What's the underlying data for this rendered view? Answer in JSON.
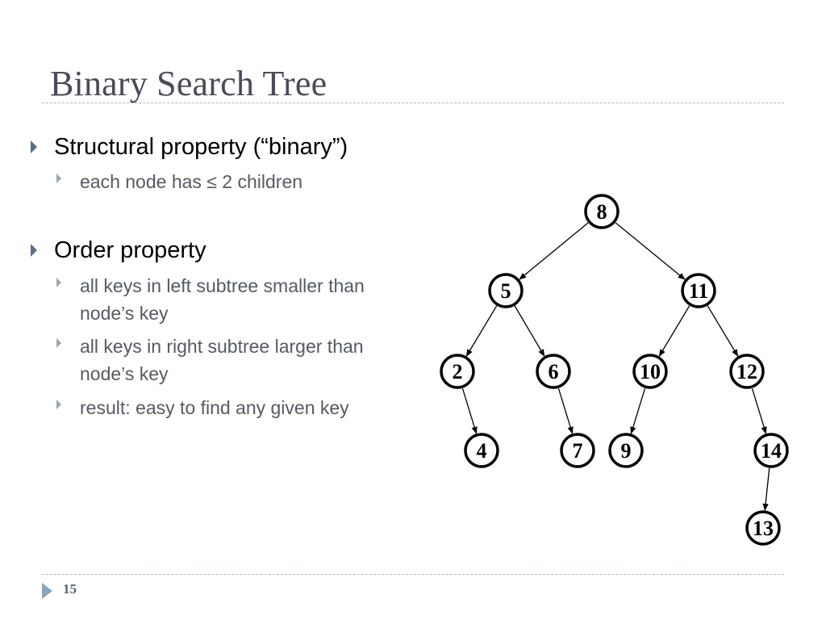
{
  "slide": {
    "title": "Binary Search Tree",
    "page_number": "15"
  },
  "bullets": {
    "structural": {
      "heading": "Structural property (“binary”)",
      "sub": [
        "each node has ≤ 2 children"
      ]
    },
    "order": {
      "heading": "Order property",
      "sub": [
        "all keys in left subtree smaller than node’s key",
        "all keys in right subtree larger than node’s key",
        "result: easy to find any given key"
      ]
    }
  },
  "tree": {
    "nodes": [
      "8",
      "5",
      "11",
      "2",
      "6",
      "10",
      "12",
      "4",
      "7",
      "9",
      "14",
      "13"
    ],
    "edges": [
      [
        "8",
        "5"
      ],
      [
        "8",
        "11"
      ],
      [
        "5",
        "2"
      ],
      [
        "5",
        "6"
      ],
      [
        "11",
        "10"
      ],
      [
        "11",
        "12"
      ],
      [
        "2",
        "4"
      ],
      [
        "6",
        "7"
      ],
      [
        "10",
        "9"
      ],
      [
        "12",
        "14"
      ],
      [
        "14",
        "13"
      ]
    ]
  },
  "colors": {
    "title": "#4a4a5a",
    "bullet_arrow": "#5a6e8c",
    "sub_text": "#555a62",
    "rule": "#a9bccd"
  }
}
